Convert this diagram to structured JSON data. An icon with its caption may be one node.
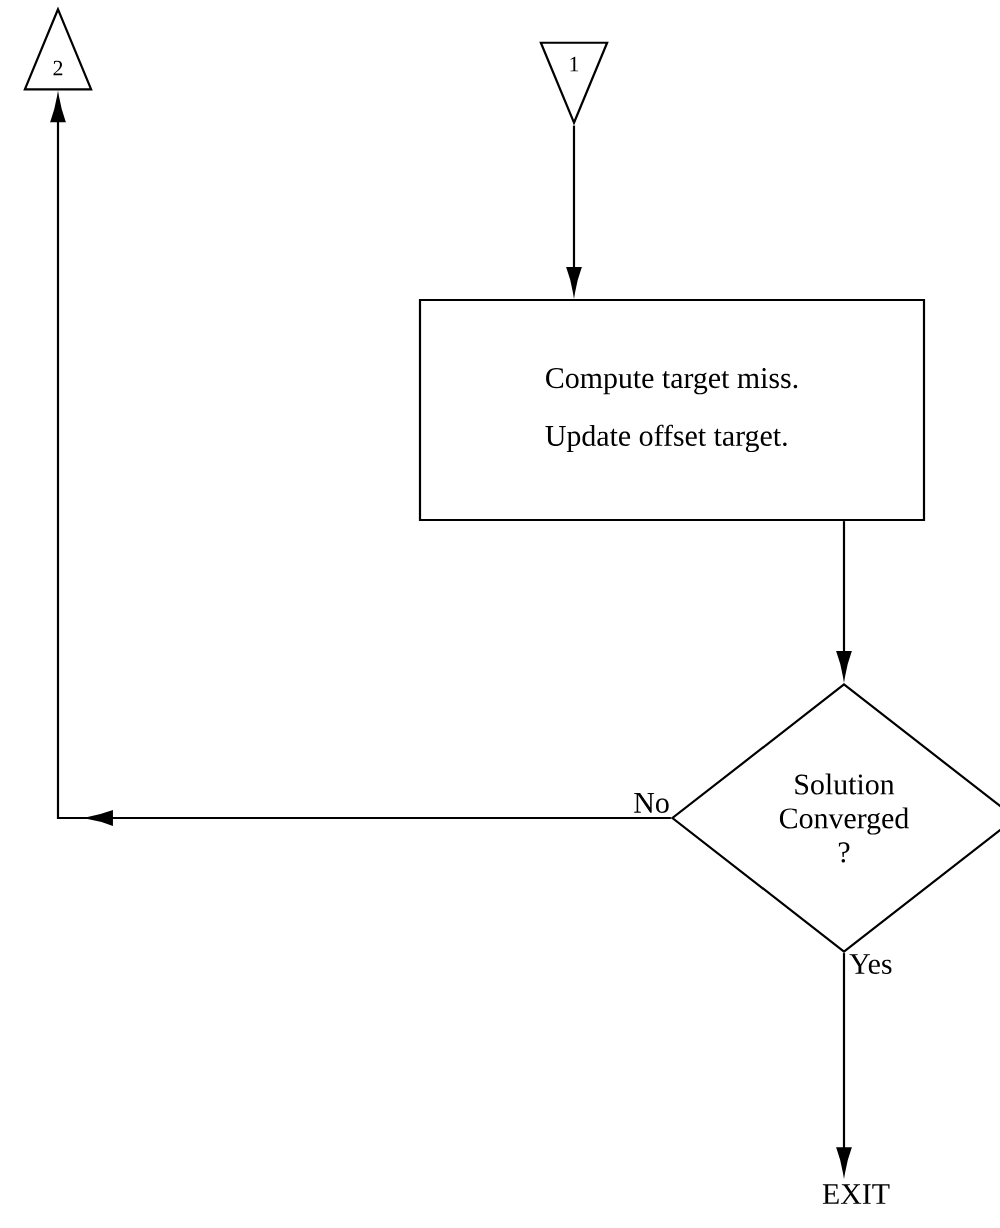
{
  "diagram": {
    "nodes": [
      {
        "text": [
          "2"
        ]
      },
      {
        "text": [
          "1"
        ]
      },
      {
        "text": [
          "Compute target miss.",
          "Update offset target."
        ]
      },
      {
        "text": [
          "Solution Converged ?"
        ]
      },
      {
        "text": [
          "EXIT"
        ]
      }
    ],
    "edges": [
      {
        "from": 1,
        "to": 2,
        "arrow": "to"
      },
      {
        "from": 2,
        "to": 3,
        "arrow": "to"
      },
      {
        "from": 3,
        "to": 0,
        "arrow": "to",
        "label": "No"
      },
      {
        "from": 3,
        "to": 4,
        "arrow": "to",
        "label": "Yes"
      }
    ]
  }
}
